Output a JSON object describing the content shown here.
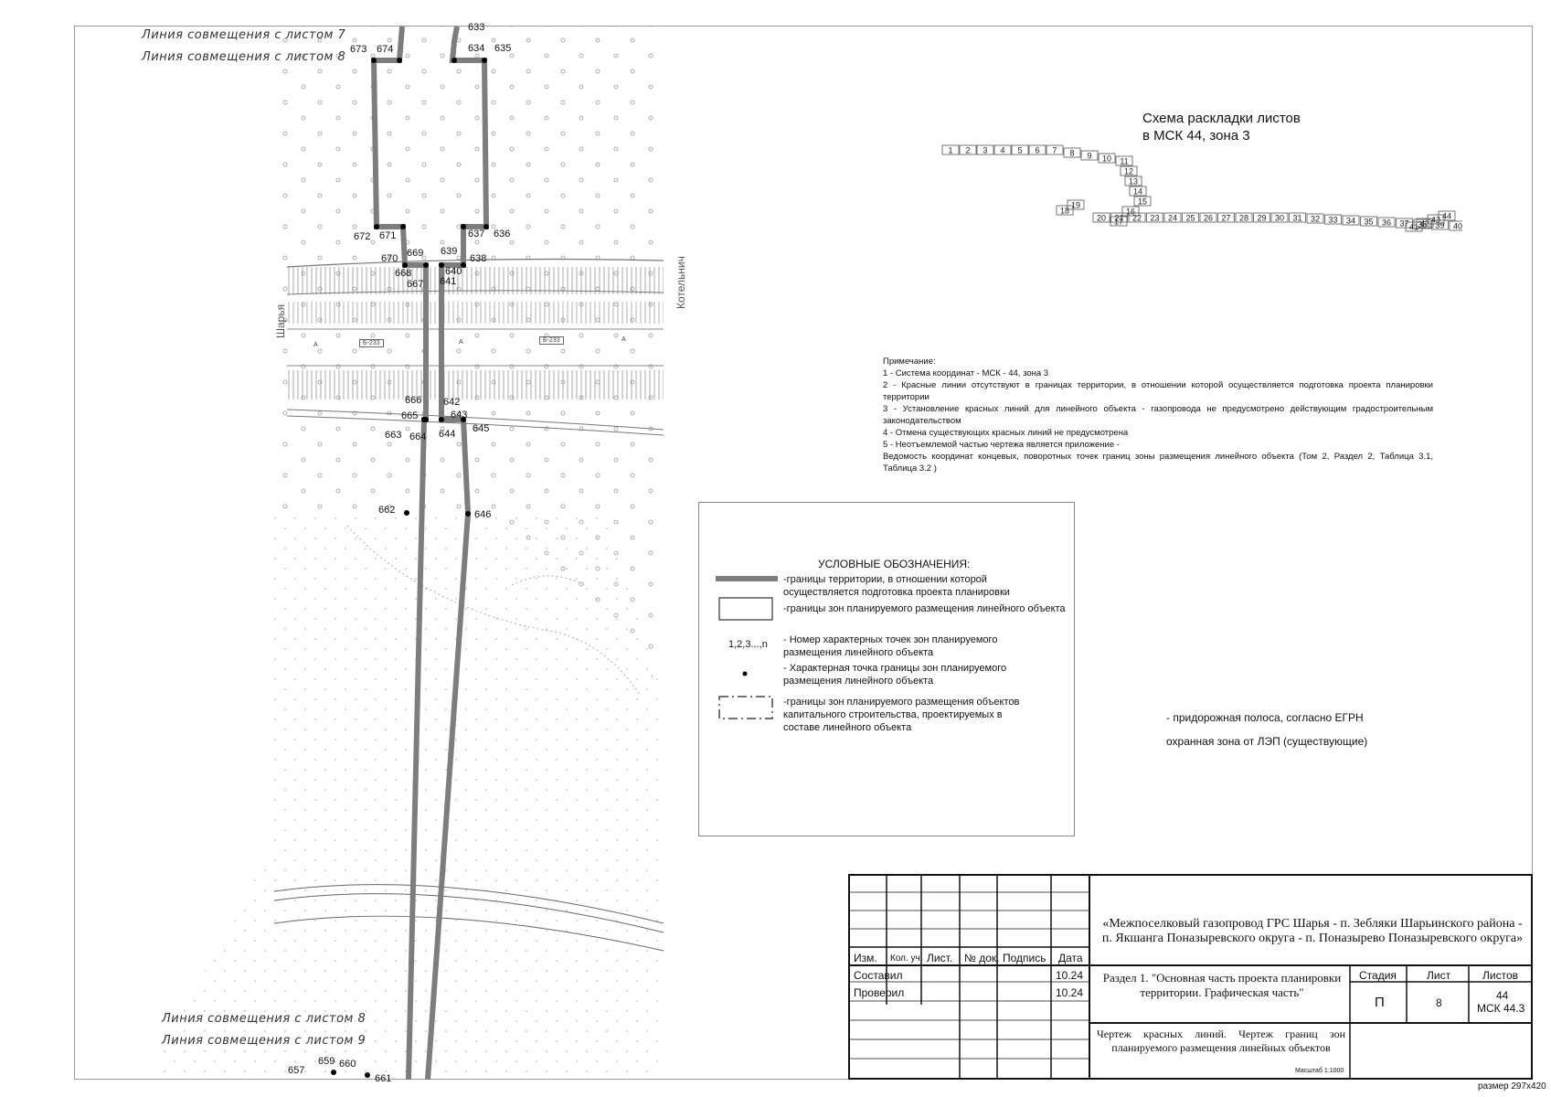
{
  "map": {
    "combine_lines": [
      "Линия совмещения с листом 7",
      "Линия совмещения с листом 8",
      "Линия совмещения с листом 8",
      "Линия совмещения с листом 9"
    ],
    "road_labels": [
      "Шарья",
      "Котельнич"
    ],
    "road_marks": [
      "А",
      "А",
      "А",
      "Б-233",
      "Б-233"
    ],
    "points": [
      {
        "n": "673"
      },
      {
        "n": "674"
      },
      {
        "n": "633"
      },
      {
        "n": "634"
      },
      {
        "n": "635"
      },
      {
        "n": "672"
      },
      {
        "n": "671"
      },
      {
        "n": "637"
      },
      {
        "n": "636"
      },
      {
        "n": "670"
      },
      {
        "n": "669"
      },
      {
        "n": "639"
      },
      {
        "n": "638"
      },
      {
        "n": "668"
      },
      {
        "n": "640"
      },
      {
        "n": "667"
      },
      {
        "n": "641"
      },
      {
        "n": "666"
      },
      {
        "n": "642"
      },
      {
        "n": "665"
      },
      {
        "n": "643"
      },
      {
        "n": "663"
      },
      {
        "n": "664"
      },
      {
        "n": "644"
      },
      {
        "n": "645"
      },
      {
        "n": "662"
      },
      {
        "n": "646"
      },
      {
        "n": "659"
      },
      {
        "n": "660"
      },
      {
        "n": "657"
      },
      {
        "n": "661"
      }
    ]
  },
  "scheme": {
    "title_line1": "Схема раскладки листов",
    "title_line2": "в МСК 44, зона 3",
    "sheets": [
      "1",
      "2",
      "3",
      "4",
      "5",
      "6",
      "7",
      "8",
      "9",
      "10",
      "11",
      "12",
      "13",
      "14",
      "15",
      "16",
      "17",
      "18",
      "19",
      "20",
      "21",
      "22",
      "23",
      "24",
      "25",
      "26",
      "27",
      "28",
      "29",
      "30",
      "31",
      "32",
      "33",
      "34",
      "35",
      "36",
      "37",
      "38",
      "39",
      "40",
      "41",
      "42",
      "43",
      "44"
    ]
  },
  "notes": {
    "heading": "Примечание:",
    "items": [
      "1 - Система координат - МСК - 44, зона 3",
      "2 - Красные линии отсутствуют в границах территории, в отношении которой осуществляется подготовка проекта планировки территории",
      "3 - Установление красных линий для линейного объекта - газопровода не предусмотрено действующим градостроительным законодательством",
      "4 - Отмена существующих красных линий не предусмотрена",
      "5 - Неотъемлемой частью чертежа является приложение -",
      "Ведомость координат концевых, поворотных точек границ зоны размещения линейного объекта (Том 2, Раздел 2, Таблица 3.1, Таблица 3.2 )"
    ]
  },
  "legend": {
    "title": "УСЛОВНЫЕ ОБОЗНАЧЕНИЯ:",
    "items": [
      "-границы территории, в отношении которой осуществляется подготовка проекта планировки",
      "-границы зон планируемого размещения линейного объекта",
      "- Номер характерных точек зон планируемого размещения линейного объекта",
      "- Характерная точка границы зон планируемого размещения линейного объекта",
      "-границы зон планируемого размещения объектов капитального строительства, проектируемых в составе линейного объекта"
    ],
    "number_sample": "1,2,3...,n",
    "extra": [
      "- придорожная полоса, согласно ЕГРН",
      "охранная зона от ЛЭП (существующие)"
    ]
  },
  "title_block": {
    "headers": [
      "Изм.",
      "Кол. уч",
      "Лист.",
      "№ док.",
      "Подпись",
      "Дата"
    ],
    "composed_label": "Составил",
    "composed_date": "10.24",
    "checked_label": "Проверил",
    "checked_date": "10.24",
    "project_title": "«Межпоселковый газопровод ГРС Шарья - п. Зебляки Шарьинского района - п. Якшанга Поназыревского округа - п. Поназырево Поназыревского округа»",
    "section": "Раздел 1. \"Основная часть проекта планировки территории. Графическая часть\"",
    "stage_header": "Стадия",
    "sheet_header": "Лист",
    "sheets_header": "Листов",
    "stage": "П",
    "sheet": "8",
    "sheets_total": "44",
    "code": "МСК 44.3",
    "drawing_title": "Чертеж красных линий. Чертеж границ зон планируемого размещения линейных объектов",
    "scale": "Масштаб 1:1000"
  },
  "size_note": "размер 297x420"
}
